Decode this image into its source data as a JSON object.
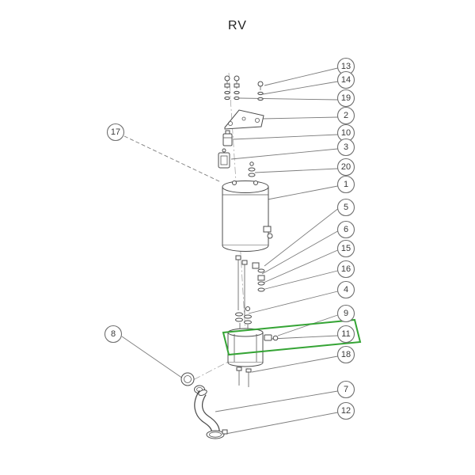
{
  "page": {
    "title": "RV"
  },
  "diagram": {
    "type": "exploded-parts-diagram",
    "highlight": {
      "item": "11",
      "color": "#35a435"
    },
    "line_color": "#4c4c4c",
    "callouts": [
      {
        "label": "13"
      },
      {
        "label": "14"
      },
      {
        "label": "19"
      },
      {
        "label": "2"
      },
      {
        "label": "10"
      },
      {
        "label": "3"
      },
      {
        "label": "20"
      },
      {
        "label": "1"
      },
      {
        "label": "5"
      },
      {
        "label": "6"
      },
      {
        "label": "15"
      },
      {
        "label": "16"
      },
      {
        "label": "4"
      },
      {
        "label": "9"
      },
      {
        "label": "11"
      },
      {
        "label": "18"
      },
      {
        "label": "7"
      },
      {
        "label": "12"
      },
      {
        "label": "17"
      },
      {
        "label": "8"
      }
    ]
  }
}
